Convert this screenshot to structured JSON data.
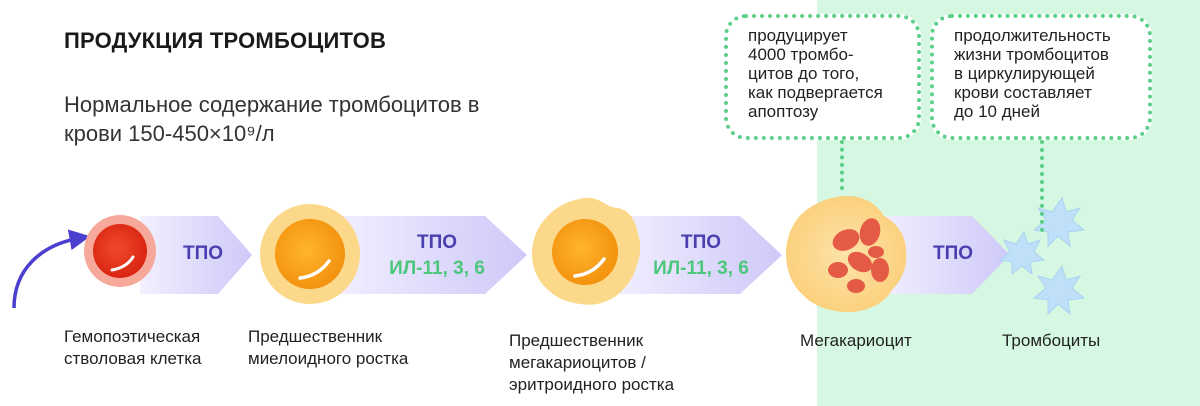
{
  "title": "ПРОДУКЦИЯ ТРОМБОЦИТОВ",
  "subtitle": "Нормальное содержание тромбоцитов в крови 150-450×10⁹/л",
  "notes": {
    "megakaryocyte": "продуцирует\n4000 тромбо-\nцитов до того,\nкак подвергается\nапоптозу",
    "platelets": "продолжительность\nжизни тромбоцитов\nв циркулирующей\nкрови составляет\nдо 10 дней"
  },
  "arrows": [
    {
      "line1": "ТПО",
      "line2": ""
    },
    {
      "line1": "ТПО",
      "line2": "ИЛ-11, 3, 6"
    },
    {
      "line1": "ТПО",
      "line2": "ИЛ-11, 3, 6"
    },
    {
      "line1": "ТПО",
      "line2": ""
    }
  ],
  "stages": [
    {
      "label": "Гемопоэтическая\nстволовая клетка"
    },
    {
      "label": "Предшественник\nмиелоидного ростка"
    },
    {
      "label": "Предшественник\nмегакариоцитов /\nэритроидного ростка"
    },
    {
      "label": "Мегакариоцит"
    },
    {
      "label": "Тромбоциты"
    }
  ],
  "colors": {
    "green_zone": "#d6f8e2",
    "dotted_border": "#5ccf8a",
    "arrow_fill": "#dcd8fb",
    "tpo_text": "#4b3fb0",
    "il_text": "#4cc77c",
    "cell_orange": "#f7a21b",
    "cell_halo": "#fcd98a",
    "stem_red": "#e8321e",
    "platelet_blue": "#bfe0f8"
  }
}
